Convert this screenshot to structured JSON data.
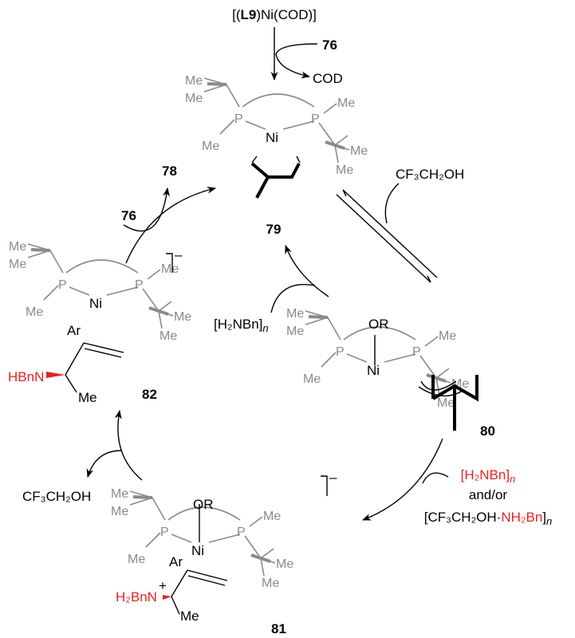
{
  "ligand": {
    "me": "Me",
    "p": "P",
    "ni": "Ni",
    "or": "OR",
    "ar": "Ar"
  },
  "start": {
    "prefix": "[(",
    "ligand": "L9",
    "suffix": ")Ni(COD)]",
    "reagent": "76",
    "byproduct": "COD"
  },
  "compounds": {
    "c79": "79",
    "c80": "80",
    "c81": "81",
    "c82": "82",
    "c78": "78",
    "c76": "76"
  },
  "reagents": {
    "tfe_top": "CF₃CH₂OH",
    "amine_mid": "[H₂NBn]",
    "amine_mid_n": "n",
    "amine_red": "[H₂NBn]",
    "amine_red_n": "n",
    "and_or": "and/or",
    "complex_prefix": "[CF₃CH₂OH·",
    "complex_red": "NH₂Bn",
    "complex_suffix": "]",
    "complex_n": "n",
    "tfe_left": "CF₃CH₂OH"
  },
  "substituents": {
    "hbnn": "HBnN",
    "h2bnn": "H₂BnN",
    "plus": "+",
    "me82": "Me",
    "me81": "Me",
    "charge": "–"
  },
  "colors": {
    "ligand": "#8a8a8a",
    "highlight": "#e8221d"
  }
}
